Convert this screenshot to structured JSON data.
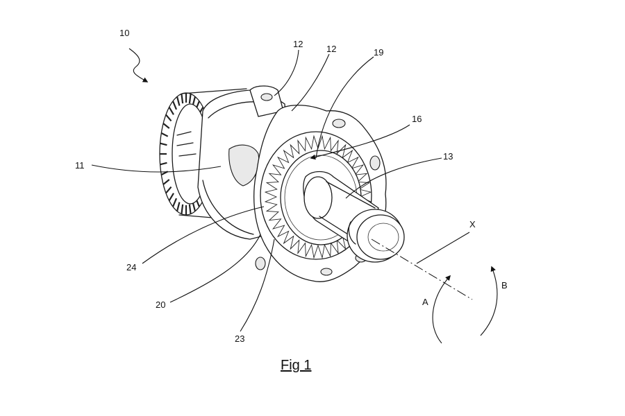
{
  "figure": {
    "caption": "Fig 1",
    "reference_numerals": {
      "r10": "10",
      "r11": "11",
      "r12a": "12",
      "r12b": "12",
      "r13": "13",
      "r16": "16",
      "r19": "19",
      "r20": "20",
      "r23": "23",
      "r24": "24"
    },
    "axis_label": "X",
    "rotation_labels": {
      "a": "A",
      "b": "B"
    }
  }
}
